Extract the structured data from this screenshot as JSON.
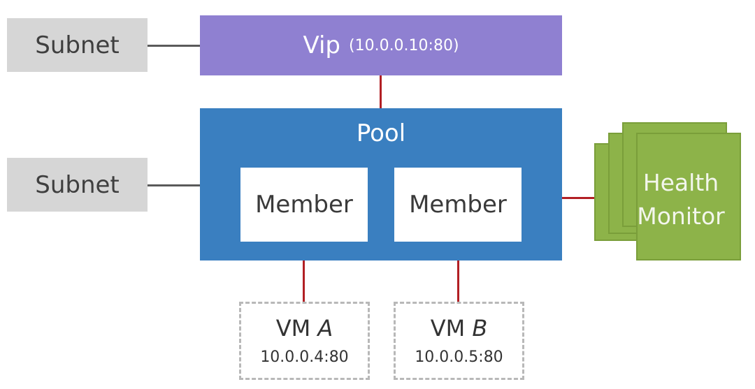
{
  "subnets": [
    {
      "label": "Subnet"
    },
    {
      "label": "Subnet"
    }
  ],
  "vip": {
    "label": "Vip",
    "address": "(10.0.0.10:80)"
  },
  "pool": {
    "title": "Pool",
    "members": [
      {
        "label": "Member"
      },
      {
        "label": "Member"
      }
    ]
  },
  "vms": [
    {
      "prefix": "VM",
      "letter": "A",
      "address": "10.0.0.4:80"
    },
    {
      "prefix": "VM",
      "letter": "B",
      "address": "10.0.0.5:80"
    }
  ],
  "health_monitor": {
    "line1": "Health",
    "line2": "Monitor"
  },
  "colors": {
    "subnet": "#d6d6d6",
    "vip": "#8f80d1",
    "pool": "#3a7fc0",
    "member": "#ffffff",
    "health_monitor": "#8db349",
    "link_red": "#b21f24",
    "link_gray": "#5a5a5a"
  }
}
